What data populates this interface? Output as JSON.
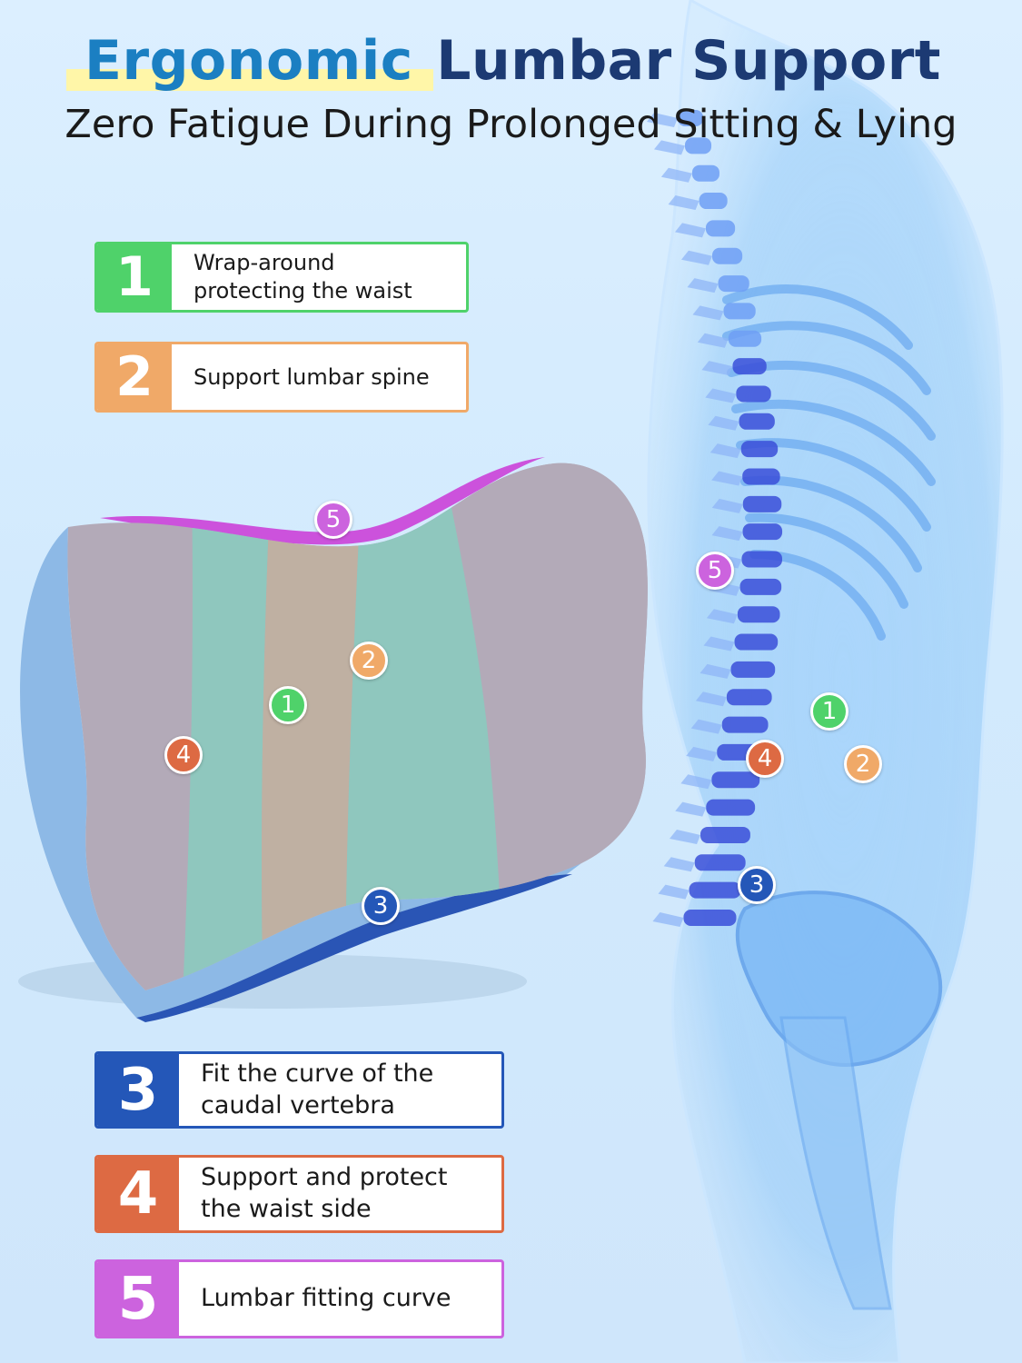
{
  "header": {
    "title_part1": "Ergonomic",
    "title_part2": "Lumbar Support",
    "subtitle": "Zero Fatigue During Prolonged Sitting & Lying"
  },
  "features": [
    {
      "number": "1",
      "text": "Wrap-around\nprotecting the waist",
      "color": "#4fd26a"
    },
    {
      "number": "2",
      "text": "Support lumbar spine",
      "color": "#f0a968"
    },
    {
      "number": "3",
      "text": "Fit the curve of the\ncaudal vertebra",
      "color": "#2457b8"
    },
    {
      "number": "4",
      "text": "Support and protect\nthe waist side",
      "color": "#dd6a43"
    },
    {
      "number": "5",
      "text": "Lumbar fitting curve",
      "color": "#cc63de"
    }
  ],
  "pillow_markers": [
    "5",
    "2",
    "1",
    "4",
    "3"
  ],
  "spine_markers": [
    "5",
    "1",
    "4",
    "2",
    "3"
  ]
}
